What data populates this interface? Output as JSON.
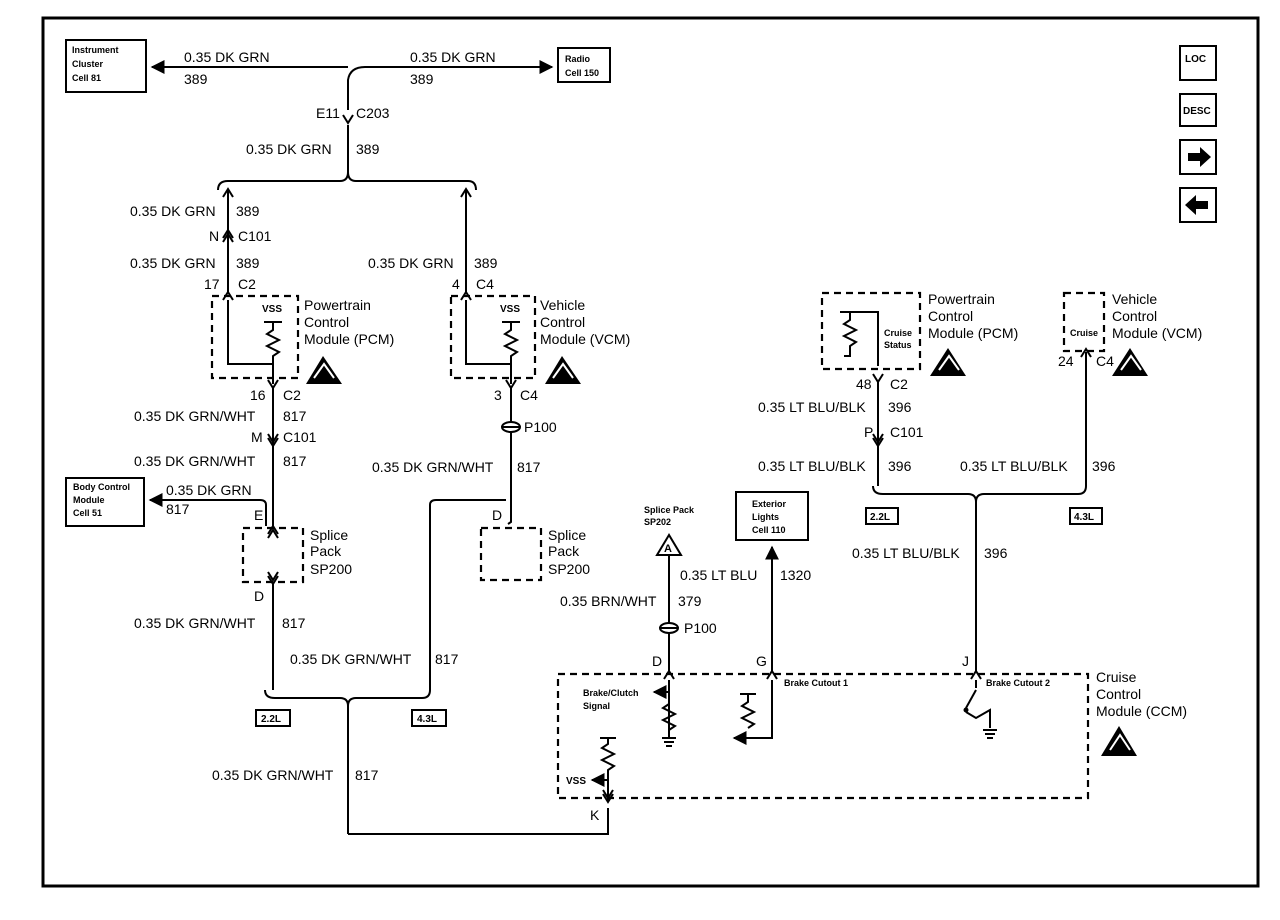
{
  "nav": {
    "loc": "LOC",
    "desc": "DESC"
  },
  "refs": {
    "instrument_cluster": [
      "Instrument",
      "Cluster",
      "Cell 81"
    ],
    "radio": [
      "Radio",
      "Cell 150"
    ],
    "body_control": [
      "Body Control",
      "Module",
      "Cell 51"
    ],
    "exterior_lights": [
      "Exterior",
      "Lights",
      "Cell 110"
    ]
  },
  "wires": {
    "dk_grn": "0.35 DK GRN",
    "c389": "389",
    "dk_grn_wht": "0.35 DK GRN/WHT",
    "c817": "817",
    "lt_blu_blk": "0.35 LT BLU/BLK",
    "c396": "396",
    "lt_blu": "0.35 LT BLU",
    "c1320": "1320",
    "brn_wht": "0.35 BRN/WHT",
    "c379": "379"
  },
  "connectors": {
    "e11": "E11",
    "c203": "C203",
    "n": "N",
    "c101": "C101",
    "m": "M",
    "p": "P",
    "c2": "C2",
    "c4": "C4",
    "p17": "17",
    "p4": "4",
    "p16": "16",
    "p3": "3",
    "p48": "48",
    "p24": "24",
    "p100": "P100",
    "e": "E",
    "d": "D",
    "g": "G",
    "j": "J",
    "k": "K"
  },
  "modules": {
    "pcm": [
      "Powertrain",
      "Control",
      "Module (PCM)"
    ],
    "vcm": [
      "Vehicle",
      "Control",
      "Module (VCM)"
    ],
    "ccm": [
      "Cruise",
      "Control",
      "Module (CCM)"
    ],
    "splice": [
      "Splice",
      "Pack",
      "SP200"
    ],
    "sp202": [
      "Splice Pack",
      "SP202"
    ]
  },
  "internal": {
    "vss": "VSS",
    "cruise_status": [
      "Cruise",
      "Status"
    ],
    "cruise": "Cruise",
    "brake_clutch": [
      "Brake/Clutch",
      "Signal"
    ],
    "brake_cutout_1": "Brake Cutout 1",
    "brake_cutout_2": "Brake Cutout 2",
    "vss_ccm": "VSS"
  },
  "engines": {
    "e22": "2.2L",
    "e43": "4.3L"
  },
  "splice_marker": "A"
}
